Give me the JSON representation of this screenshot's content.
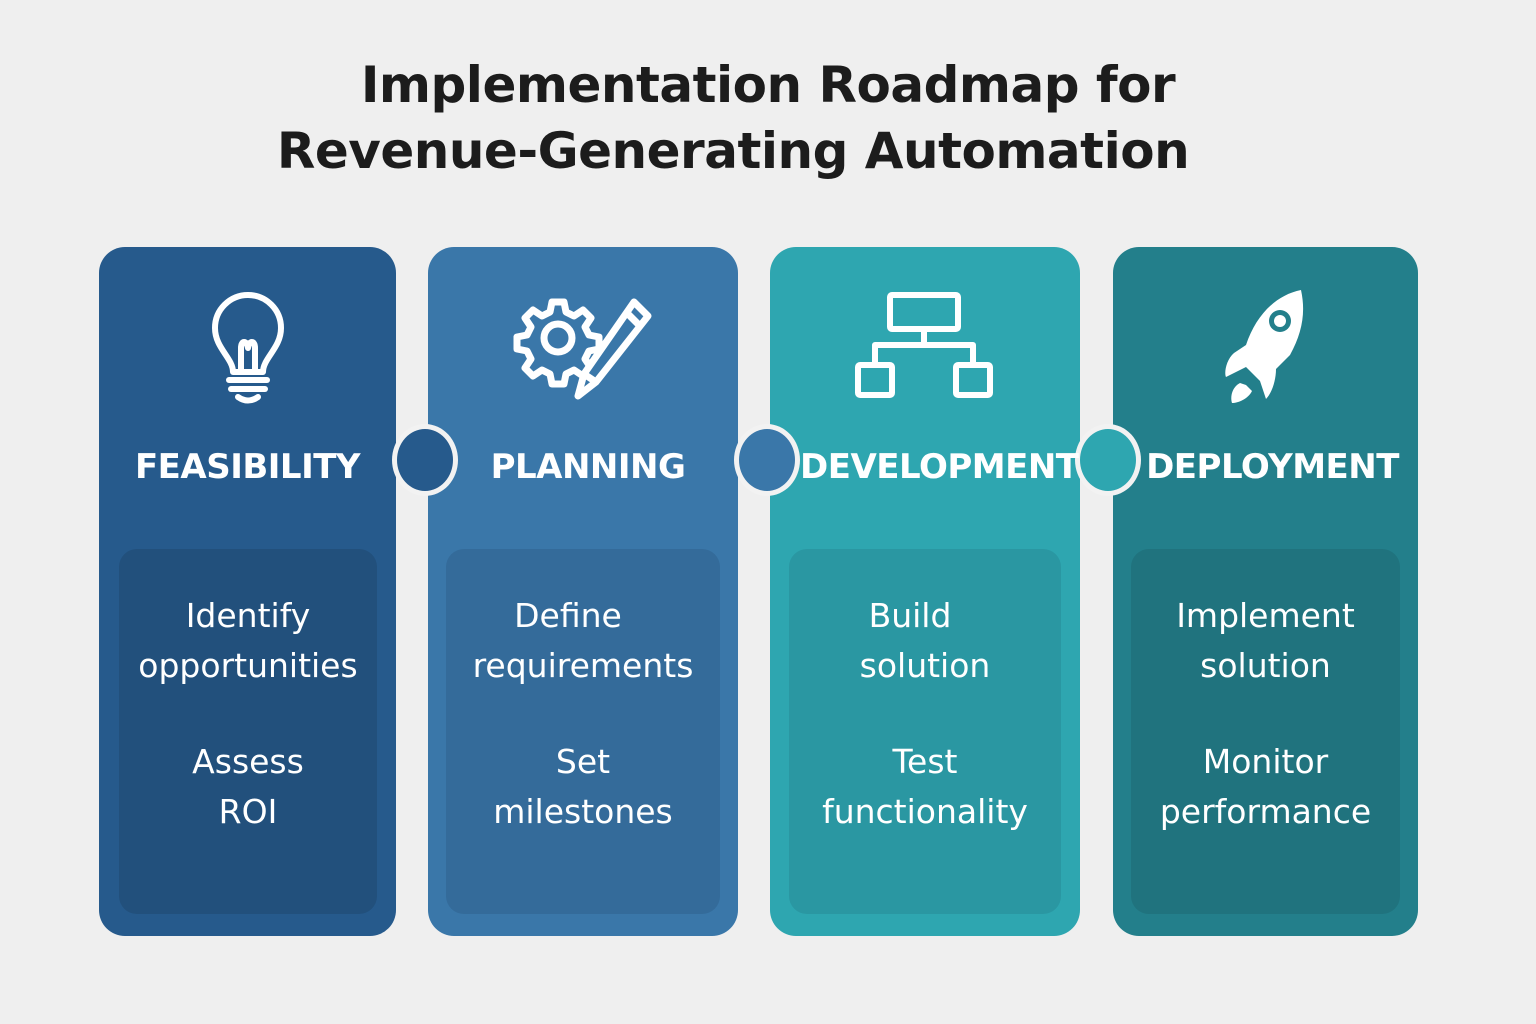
{
  "title": {
    "line1": "Implementation Roadmap for",
    "line2": "Revenue-Generating Automation"
  },
  "stages": [
    {
      "label": "FEASIBILITY",
      "icon": "lightbulb-icon",
      "color": "#265a8c",
      "inner_color": "#22507c",
      "items": [
        {
          "line1": "Identify",
          "line2": "opportunities"
        },
        {
          "line1": "Assess",
          "line2": "ROI"
        }
      ]
    },
    {
      "label": "PLANNING",
      "icon": "gear-pencil-icon",
      "color": "#3a77a9",
      "inner_color": "#346b9a",
      "items": [
        {
          "line1": "Define",
          "line2": "requirements"
        },
        {
          "line1": "Set",
          "line2": "milestones"
        }
      ]
    },
    {
      "label": "DEVELOPMENT",
      "icon": "flowchart-icon",
      "color": "#2ea6b0",
      "inner_color": "#2a97a2",
      "items": [
        {
          "line1": "Build",
          "line2": "solution"
        },
        {
          "line1": "Test",
          "line2": "functionality"
        }
      ]
    },
    {
      "label": "DEPLOYMENT",
      "icon": "rocket-icon",
      "color": "#237f8b",
      "inner_color": "#20737e",
      "items": [
        {
          "line1": "Implement",
          "line2": "solution"
        },
        {
          "line1": "Monitor",
          "line2": "performance"
        }
      ]
    }
  ]
}
